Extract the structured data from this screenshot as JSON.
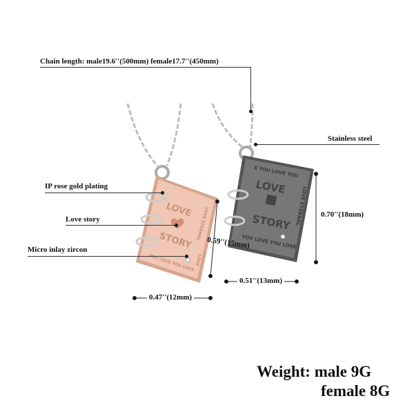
{
  "callouts": {
    "chain_length": "Chain length: male19.6''(500mm) female17.7''(450mm)",
    "stainless_steel": "Stainless steel",
    "ip_rose_gold": "IP rose gold plating",
    "love_story": "Love story",
    "micro_inlay": "Micro inlay zircon"
  },
  "dimensions": {
    "rose_height": "0.59''(15mm)",
    "rose_width": "0.47''(12mm)",
    "steel_height": "0.70''(18mm)",
    "steel_width": "0.51''(13mm)"
  },
  "weight": {
    "male": "Weight: male 9G",
    "female": "female 8G"
  },
  "engraving": {
    "title_top": "LOVE",
    "title_bottom": "STORY",
    "border_top": "E YOU LOVE YOU",
    "border_side": "LOVE ETERNAL",
    "border_bottom": "YOU LOVE YOU LOVE",
    "border_tail": "LOVE"
  },
  "colors": {
    "rose_gold": "#e8b9a3",
    "steel": "#6f6f6f",
    "chain": "#c9c9c9"
  }
}
